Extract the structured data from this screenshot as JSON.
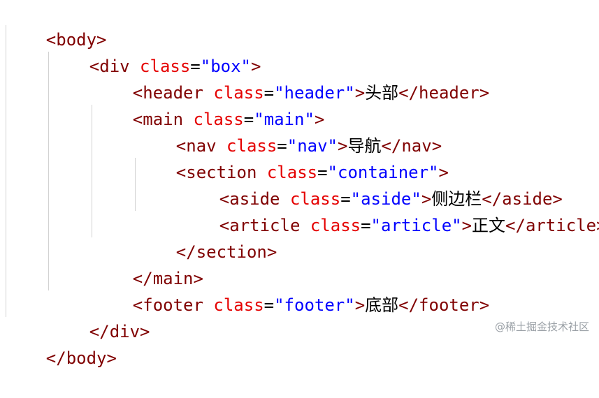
{
  "colors": {
    "tag": "#800000",
    "attribute": "#e50000",
    "value": "#0000ff",
    "text": "#000000",
    "guide": "#d2d2d2",
    "watermark": "#9aa0a6"
  },
  "code": {
    "lines": [
      {
        "tag_open": "<body>"
      },
      {
        "tag_open": "<div ",
        "attr": "class",
        "eq": "=",
        "value": "\"box\"",
        "tag_close": ">"
      },
      {
        "tag_open": "<header ",
        "attr": "class",
        "eq": "=",
        "value": "\"header\"",
        "tag_close": ">",
        "text": "头部",
        "end_tag": "</header>"
      },
      {
        "tag_open": "<main ",
        "attr": "class",
        "eq": "=",
        "value": "\"main\"",
        "tag_close": ">"
      },
      {
        "tag_open": "<nav ",
        "attr": "class",
        "eq": "=",
        "value": "\"nav\"",
        "tag_close": ">",
        "text": "导航",
        "end_tag": "</nav>"
      },
      {
        "tag_open": "<section ",
        "attr": "class",
        "eq": "=",
        "value": "\"container\"",
        "tag_close": ">"
      },
      {
        "tag_open": "<aside ",
        "attr": "class",
        "eq": "=",
        "value": "\"aside\"",
        "tag_close": ">",
        "text": "侧边栏",
        "end_tag": "</aside>"
      },
      {
        "tag_open": "<article ",
        "attr": "class",
        "eq": "=",
        "value": "\"article\"",
        "tag_close": ">",
        "text": "正文",
        "end_tag": "</article>"
      },
      {
        "tag_open": "</section>"
      },
      {
        "tag_open": "</main>"
      },
      {
        "tag_open": "<footer ",
        "attr": "class",
        "eq": "=",
        "value": "\"footer\"",
        "tag_close": ">",
        "text": "底部",
        "end_tag": "</footer>"
      },
      {
        "tag_open": "</div>"
      },
      {
        "tag_open": "</body>"
      }
    ]
  },
  "watermark": "@稀土掘金技术社区"
}
